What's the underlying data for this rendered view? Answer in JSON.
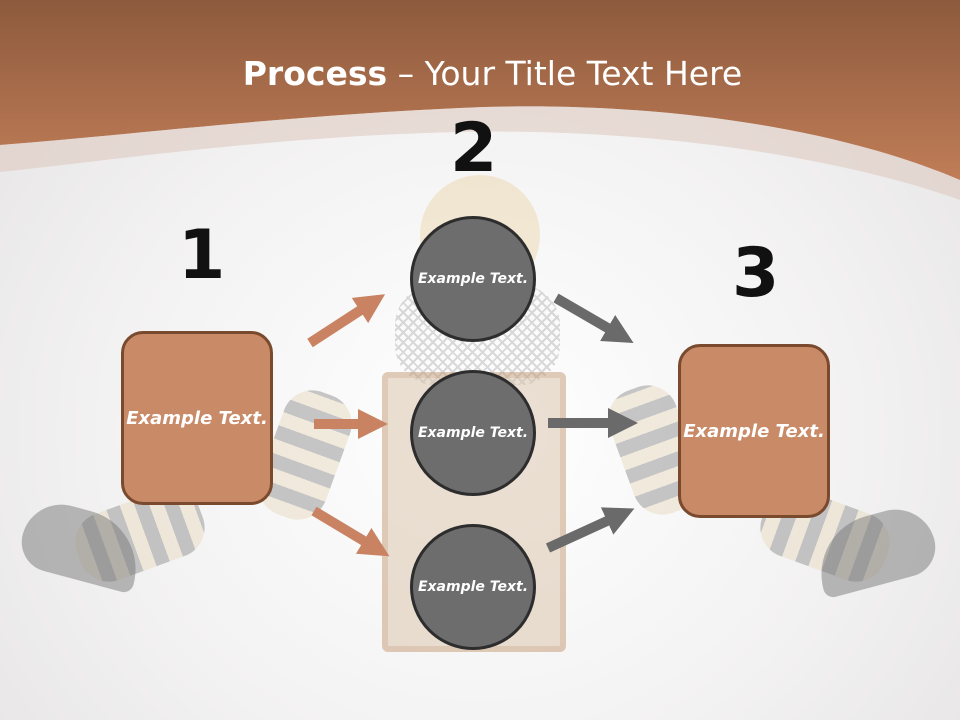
{
  "slide": {
    "title_bold": "Process",
    "title_rest": " – Your Title Text Here",
    "steps": [
      {
        "number": "1",
        "text": "Example Text."
      },
      {
        "number": "2"
      },
      {
        "number": "3",
        "text": "Example Text."
      }
    ],
    "circles": [
      {
        "text": "Example Text."
      },
      {
        "text": "Example Text."
      },
      {
        "text": "Example Text."
      }
    ],
    "colors": {
      "header": "#b9764f",
      "box_fill": "#c98a68",
      "box_border": "#7a4a2e",
      "circle_fill": "#6d6d6d",
      "circle_border": "#2d2d2d",
      "arrow_orange": "#c98363",
      "arrow_gray": "#6a6a6a"
    }
  }
}
